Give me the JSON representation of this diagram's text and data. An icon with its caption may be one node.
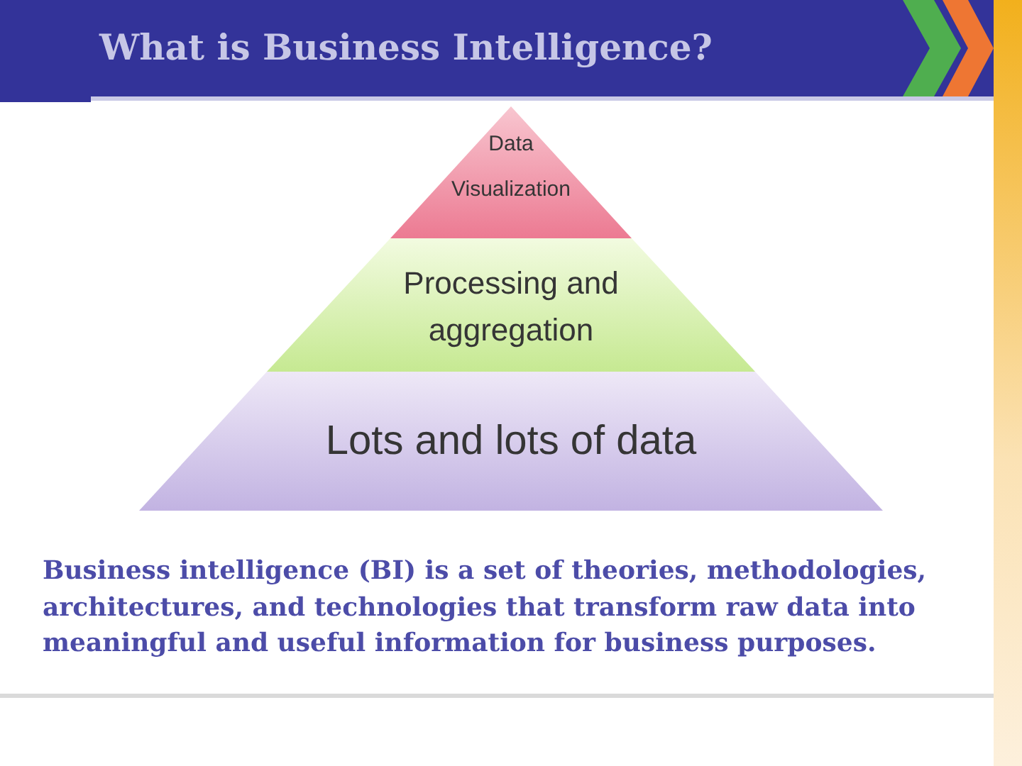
{
  "diagram": {
    "title": "What is Business Intelligence?",
    "nodes": [
      {
        "text": [
          "Data Visualization"
        ]
      },
      {
        "text": [
          "Processing and aggregation"
        ]
      },
      {
        "text": [
          "Lots and lots of data"
        ]
      }
    ],
    "caption": "Business intelligence (BI) is a set of theories, methodologies, architectures, and technologies that transform raw data into meaningful and useful information for business purposes."
  }
}
